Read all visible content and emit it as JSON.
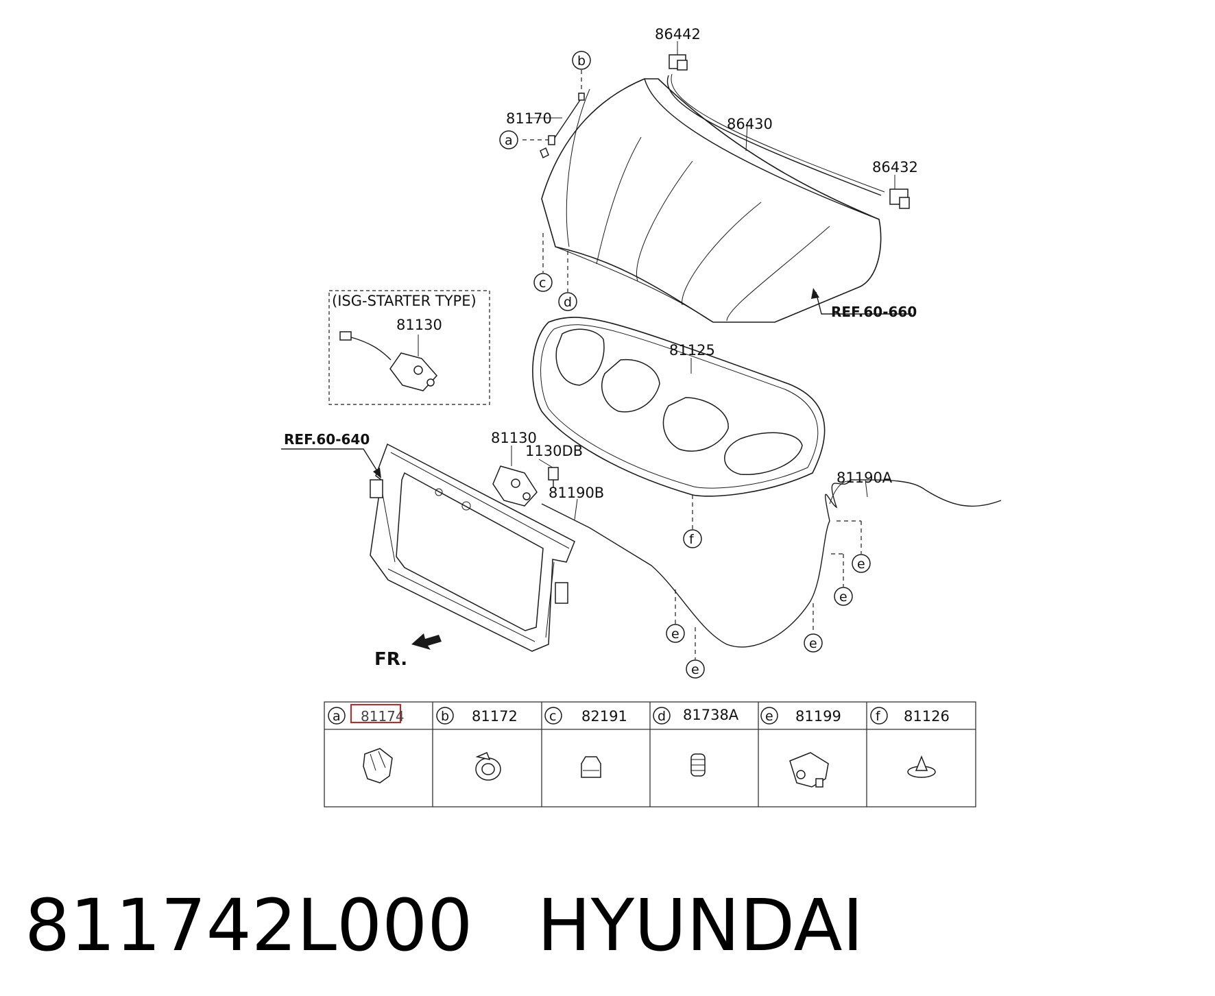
{
  "labels": {
    "clip_top": "86442",
    "weatherstrip": "86430",
    "clip_right": "86432",
    "stay_rod": "81170",
    "ref_hood": "REF.60-660",
    "isg_title": "(ISG-STARTER TYPE)",
    "latch_isg": "81130",
    "insulator": "81125",
    "ref_panel": "REF.60-640",
    "latch": "81130",
    "bolt": "1130DB",
    "cable_b": "81190B",
    "cable_a": "81190A",
    "front": "FR."
  },
  "callouts": {
    "a": "a",
    "b": "b",
    "c": "c",
    "d": "d",
    "e": "e",
    "f": "f"
  },
  "legend": [
    {
      "letter": "a",
      "part": "81174",
      "highlighted": true
    },
    {
      "letter": "b",
      "part": "81172",
      "highlighted": false
    },
    {
      "letter": "c",
      "part": "82191",
      "highlighted": false
    },
    {
      "letter": "d",
      "part": "81738A",
      "highlighted": false
    },
    {
      "letter": "e",
      "part": "81199",
      "highlighted": false
    },
    {
      "letter": "f",
      "part": "81126",
      "highlighted": false
    }
  ],
  "highlight_color": "#d62020",
  "footer": {
    "part_number": "811742L000",
    "brand": "HYUNDAI"
  }
}
